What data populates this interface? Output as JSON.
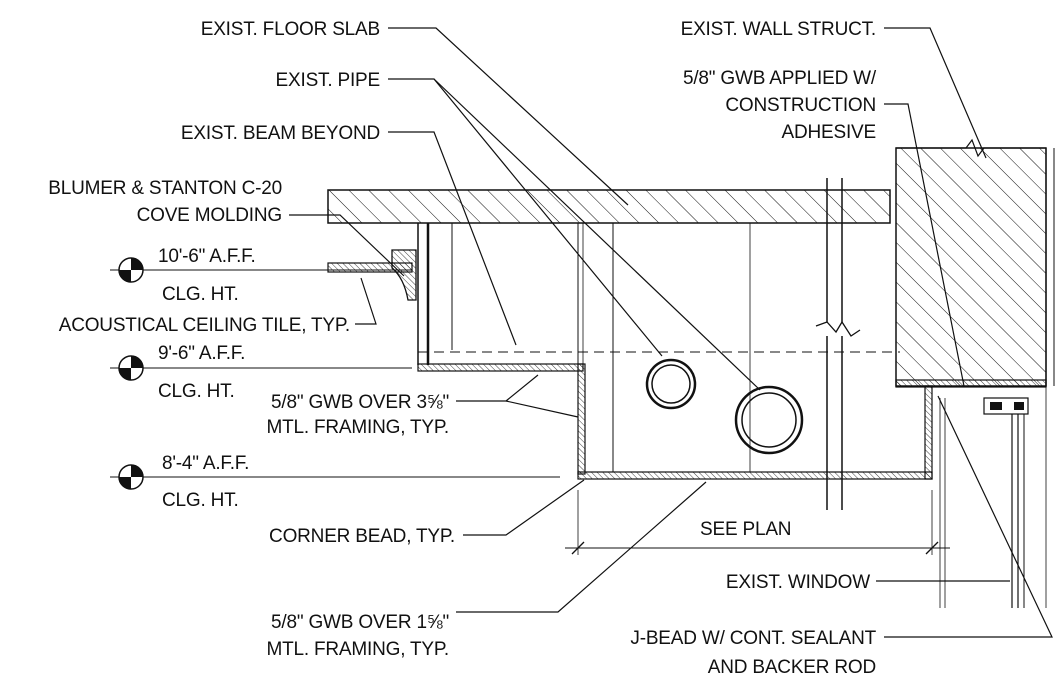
{
  "labels": {
    "exist_floor_slab": "EXIST. FLOOR SLAB",
    "exist_pipe": "EXIST. PIPE",
    "exist_beam_beyond": "EXIST. BEAM BEYOND",
    "cove_molding_line1": "BLUMER & STANTON C-20",
    "cove_molding_line2": "COVE MOLDING",
    "acoustical_ceiling_tile": "ACOUSTICAL CEILING TILE, TYP.",
    "gwb_358_line1": "5/8\" GWB OVER 3⅝\"",
    "gwb_358_line2": "MTL. FRAMING, TYP.",
    "corner_bead": "CORNER BEAD, TYP.",
    "gwb_158_line1": "5/8\" GWB OVER 1⅝\"",
    "gwb_158_line2": "MTL. FRAMING, TYP.",
    "exist_wall_struct": "EXIST. WALL STRUCT.",
    "gwb_adhesive_line1": "5/8\" GWB APPLIED W/",
    "gwb_adhesive_line2": "CONSTRUCTION",
    "gwb_adhesive_line3": "ADHESIVE",
    "see_plan": "SEE PLAN",
    "exist_window": "EXIST. WINDOW",
    "jbead_line1": "J-BEAD W/ CONT. SEALANT",
    "jbead_line2": "AND BACKER ROD"
  },
  "elevations": [
    {
      "value": "10'-6\" A.F.F.",
      "sub": "CLG. HT."
    },
    {
      "value": "9'-6\" A.F.F.",
      "sub": "CLG. HT."
    },
    {
      "value": "8'-4\" A.F.F.",
      "sub": "CLG. HT."
    }
  ]
}
